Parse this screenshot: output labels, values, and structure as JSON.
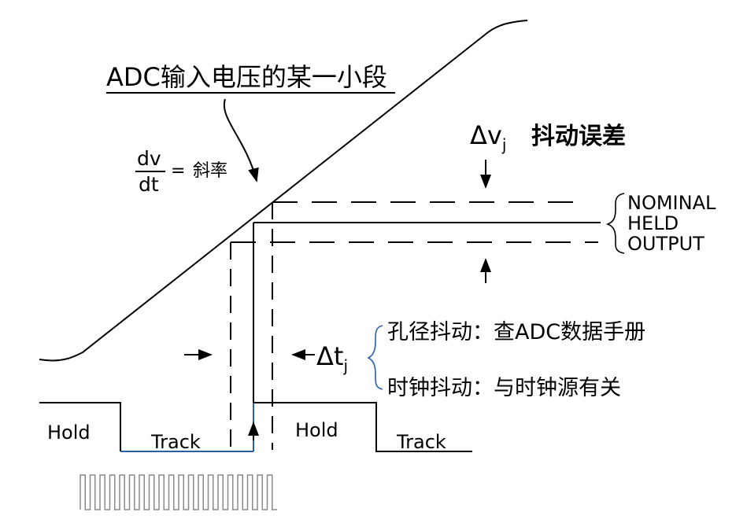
{
  "labels": {
    "title": "ADC输入电压的某一小段",
    "slope_num": "dv",
    "slope_den": "dt",
    "slope_eq": "=",
    "slope_text": "斜率",
    "delta_v_symbol": "Δv",
    "delta_v_sub": "j",
    "delta_v_text": "抖动误差",
    "nominal": "NOMINAL",
    "held": "HELD",
    "output": "OUTPUT",
    "delta_t_symbol": "Δt",
    "delta_t_sub": "j",
    "aperture_jitter": "孔径抖动：查ADC数据手册",
    "clock_jitter": "时钟抖动：与时钟源有关",
    "hold_1": "Hold",
    "track_1": "Track",
    "hold_2": "Hold",
    "track_2": "Track"
  },
  "colors": {
    "line": "#000000",
    "track_accent": "#2a5db0",
    "bracket": "#2a5db0"
  }
}
